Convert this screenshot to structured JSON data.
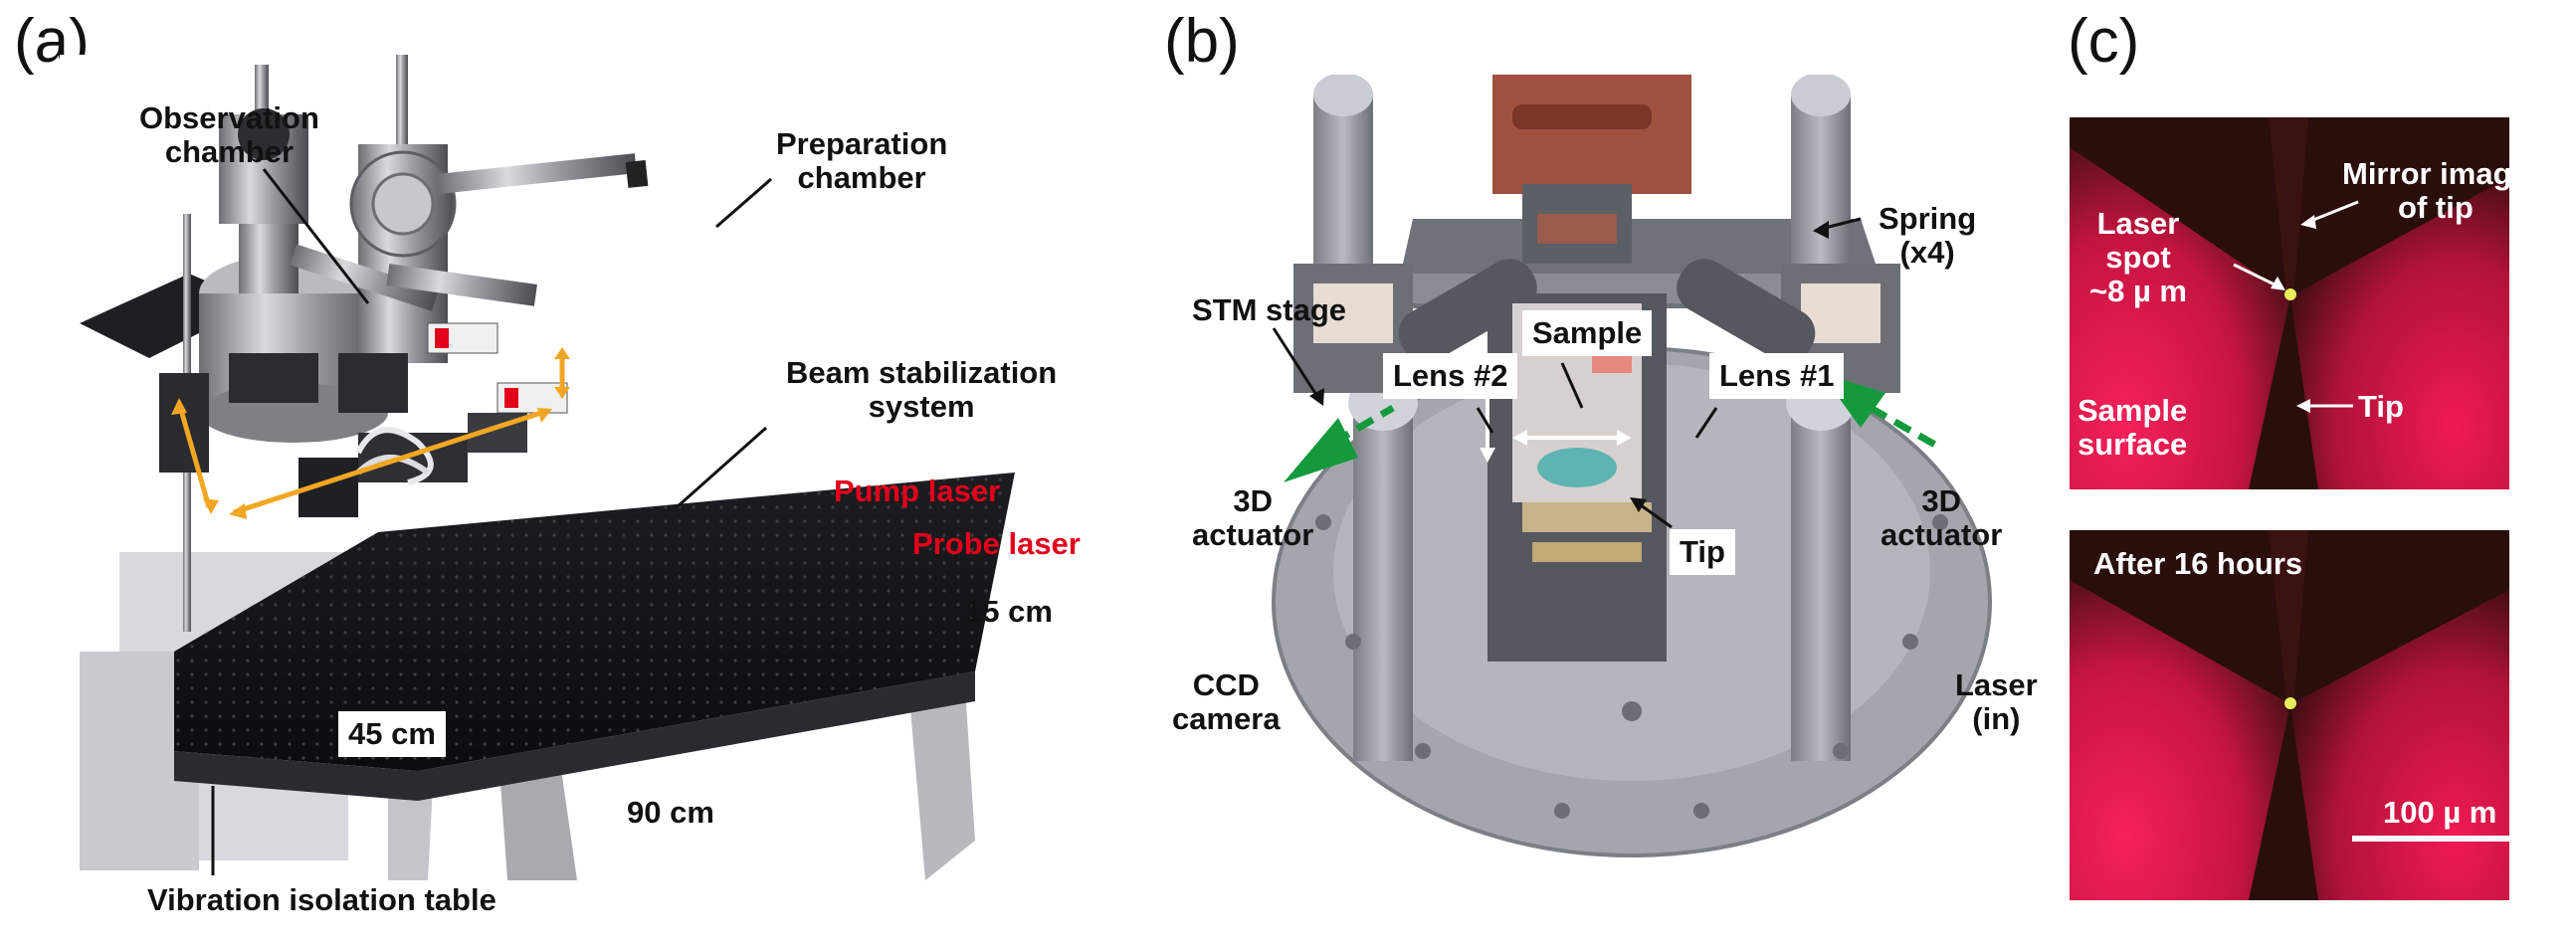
{
  "panels": {
    "a": {
      "letter": "(a)",
      "labels": {
        "observation_chamber": [
          "Observation",
          "chamber"
        ],
        "preparation_chamber": [
          "Preparation",
          "chamber"
        ],
        "beam_stabilization": [
          "Beam stabilization",
          "system"
        ],
        "pump_laser": "Pump laser",
        "probe_laser": "Probe laser",
        "height": "15 cm",
        "depth": "45 cm",
        "width": "90 cm",
        "table": "Vibration isolation table"
      }
    },
    "b": {
      "letter": "(b)",
      "labels": {
        "spring": [
          "Spring",
          "(x4)"
        ],
        "stm_stage": "STM stage",
        "sample": "Sample",
        "lens2": "Lens #2",
        "lens1": "Lens #1",
        "actuator_left": [
          "3D",
          "actuator"
        ],
        "actuator_right": [
          "3D",
          "actuator"
        ],
        "tip": "Tip",
        "ccd_camera": [
          "CCD",
          "camera"
        ],
        "laser_in": [
          "Laser",
          "(in)"
        ]
      }
    },
    "c": {
      "letter": "(c)",
      "labels": {
        "mirror_image": [
          "Mirror image",
          "of tip"
        ],
        "laser_spot": [
          "Laser",
          "spot",
          "~8 µ m"
        ],
        "sample_surface": [
          "Sample",
          "surface"
        ],
        "tip": "Tip",
        "after": "After 16 hours",
        "scale": "100 µ m"
      }
    }
  },
  "colors": {
    "red_label": "#e3001b",
    "orange_arrow": "#f2a623",
    "green_arrow": "#149a3c",
    "laser_red": "#e3103f"
  }
}
